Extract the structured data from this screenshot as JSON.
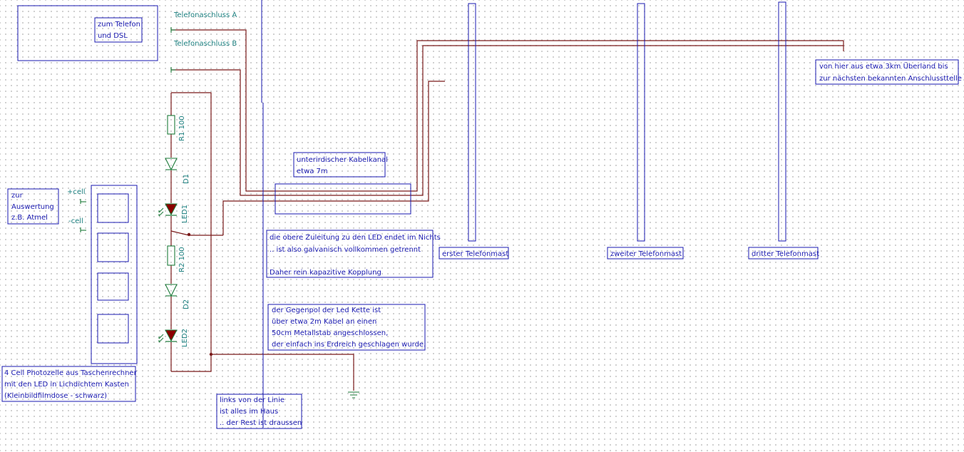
{
  "labels": {
    "phone_a": "Telefonaschluss A",
    "phone_b": "Telefonaschluss B",
    "to_phone": [
      "zum Telefon",
      "und DSL"
    ],
    "eval": [
      "zur",
      "Auswertung",
      "z.B. Atmel"
    ],
    "cell_plus": "+cell",
    "cell_minus": "-cell",
    "r1": "R1 100",
    "r2": "R2 100",
    "d1": "D1",
    "d2": "D2",
    "led1": "LED1",
    "led2": "LED2",
    "photocell": [
      "4 Cell Photozelle aus Taschenrechner",
      "mit den LED in Lichdichtem Kasten",
      "(Kleinbildfilmdose - schwarz)"
    ],
    "cable_channel": [
      "unterirdischer Kabelkanal",
      "etwa 7m"
    ],
    "upper_lead": [
      "die obere Zuleitung zu den LED endet im Nichts",
      ".. ist also galvanisch vollkommen getrennt",
      "",
      "Daher rein kapazitive Kopplung"
    ],
    "counter_pole": [
      "der Gegenpol der Led Kette ist",
      "über etwa 2m Kabel an einen",
      "50cm Metallstab angeschlossen,",
      "der einfach ins Erdreich geschlagen wurde."
    ],
    "inside_house": [
      "links von der Linie",
      "ist alles im Haus",
      ".. der Rest ist draussen"
    ],
    "overland": [
      "von hier aus etwa 3km Überland bis",
      "zur nächsten bekannten Anschlussttelle"
    ],
    "mast1": "erster Telefonmast",
    "mast2": "zweiter Telefonmast",
    "mast3": "dritter Telefonmast"
  },
  "colors": {
    "wire": "#7a1a1a",
    "note": "#1a1ab0",
    "label": "#1d8080",
    "led_fill": "#8b0000",
    "component": "#1d7a3a"
  }
}
